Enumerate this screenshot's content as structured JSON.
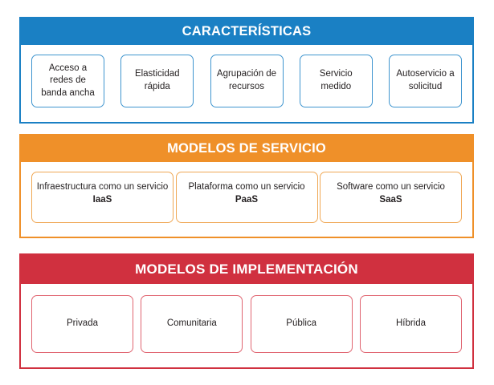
{
  "diagram": {
    "title_implicit": "Cloud computing model overview",
    "colors": {
      "features_accent": "#1a80c4",
      "features_card_border": "#3f95cf",
      "service_accent": "#ef9029",
      "service_card_border": "#f0a855",
      "deployment_accent": "#d0303f",
      "deployment_card_border": "#e06571",
      "text": "#231f20",
      "header_text": "#ffffff",
      "background": "#ffffff"
    }
  },
  "sections": [
    {
      "id": "features",
      "header": "CARACTERÍSTICAS",
      "cards": [
        {
          "text": "Acceso a redes de banda ancha",
          "sub": ""
        },
        {
          "text": "Elasticidad rápida",
          "sub": ""
        },
        {
          "text": "Agrupación de recursos",
          "sub": ""
        },
        {
          "text": "Servicio medido",
          "sub": ""
        },
        {
          "text": "Autoservicio a solicitud",
          "sub": ""
        }
      ]
    },
    {
      "id": "service-models",
      "header": "MODELOS DE SERVICIO",
      "cards": [
        {
          "text": "Infraestructura como un servicio",
          "sub": "IaaS"
        },
        {
          "text": "Plataforma como un servicio",
          "sub": "PaaS"
        },
        {
          "text": "Software como un servicio",
          "sub": "SaaS"
        }
      ]
    },
    {
      "id": "deployment-models",
      "header": "MODELOS DE IMPLEMENTACIÓN",
      "cards": [
        {
          "text": "Privada",
          "sub": ""
        },
        {
          "text": "Comunitaria",
          "sub": ""
        },
        {
          "text": "Pública",
          "sub": ""
        },
        {
          "text": "Híbrida",
          "sub": ""
        }
      ]
    }
  ]
}
